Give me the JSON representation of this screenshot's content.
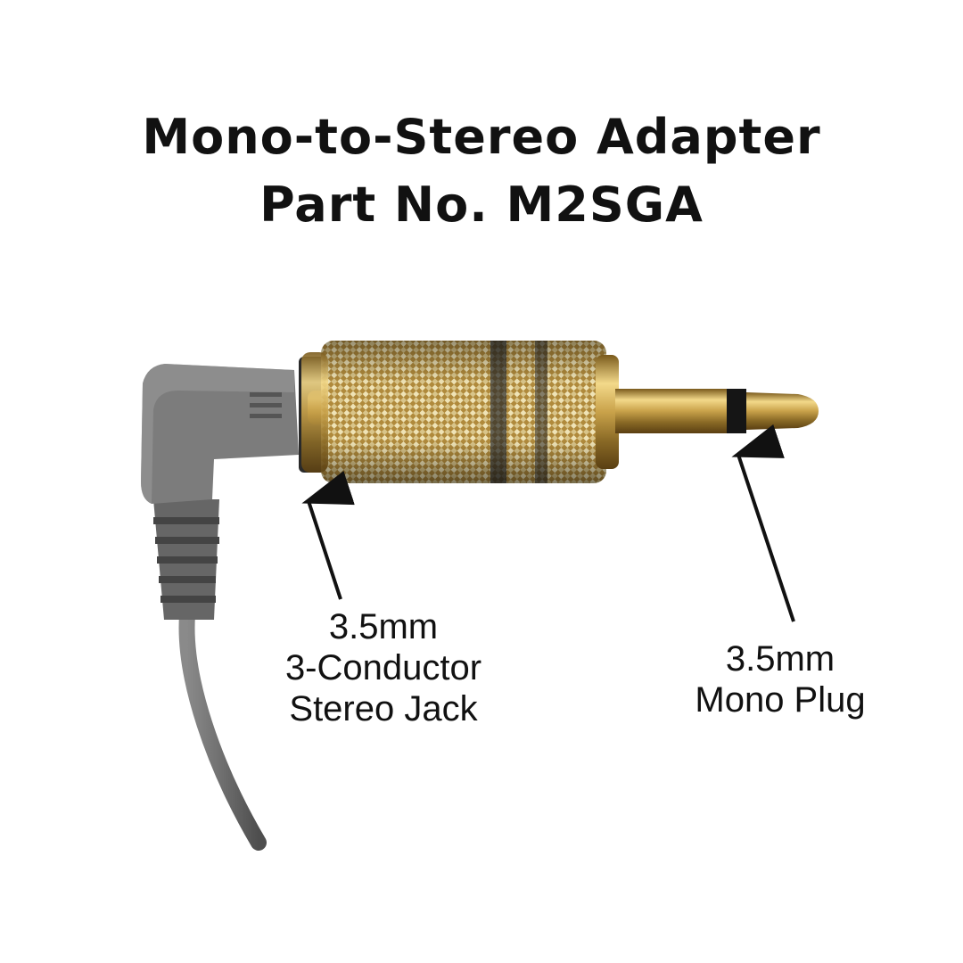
{
  "title": {
    "line1": "Mono-to-Stereo Adapter",
    "line2": "Part No. M2SGA"
  },
  "annotations": {
    "jack": {
      "line1": "3.5mm",
      "line2": "3-Conductor",
      "line3": "Stereo Jack"
    },
    "plug": {
      "line1": "3.5mm",
      "line2": "Mono Plug"
    }
  },
  "colors": {
    "background": "#ffffff",
    "text": "#111111",
    "cable": "#6e6e6e",
    "gold": "#c9a24a"
  }
}
